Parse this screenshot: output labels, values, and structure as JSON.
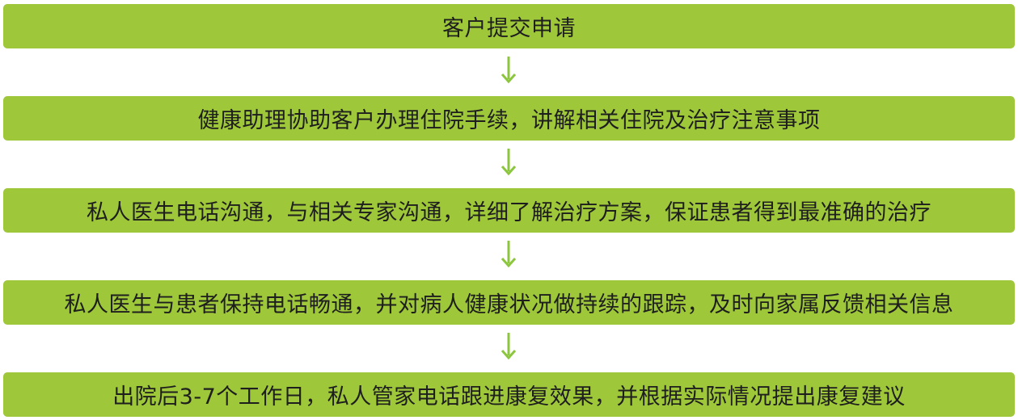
{
  "colors": {
    "box_fill": "#9ec83a",
    "arrow": "#8cc63f",
    "text": "#1e1e1e"
  },
  "steps": [
    {
      "label": "客户提交申请"
    },
    {
      "label": "健康助理协助客户办理住院手续，讲解相关住院及治疗注意事项"
    },
    {
      "label": "私人医生电话沟通，与相关专家沟通，详细了解治疗方案，保证患者得到最准确的治疗"
    },
    {
      "label": "私人医生与患者保持电话畅通，并对病人健康状况做持续的跟踪，及时向家属反馈相关信息"
    },
    {
      "label": "出院后3-7个工作日，私人管家电话跟进康复效果，并根据实际情况提出康复建议"
    }
  ]
}
